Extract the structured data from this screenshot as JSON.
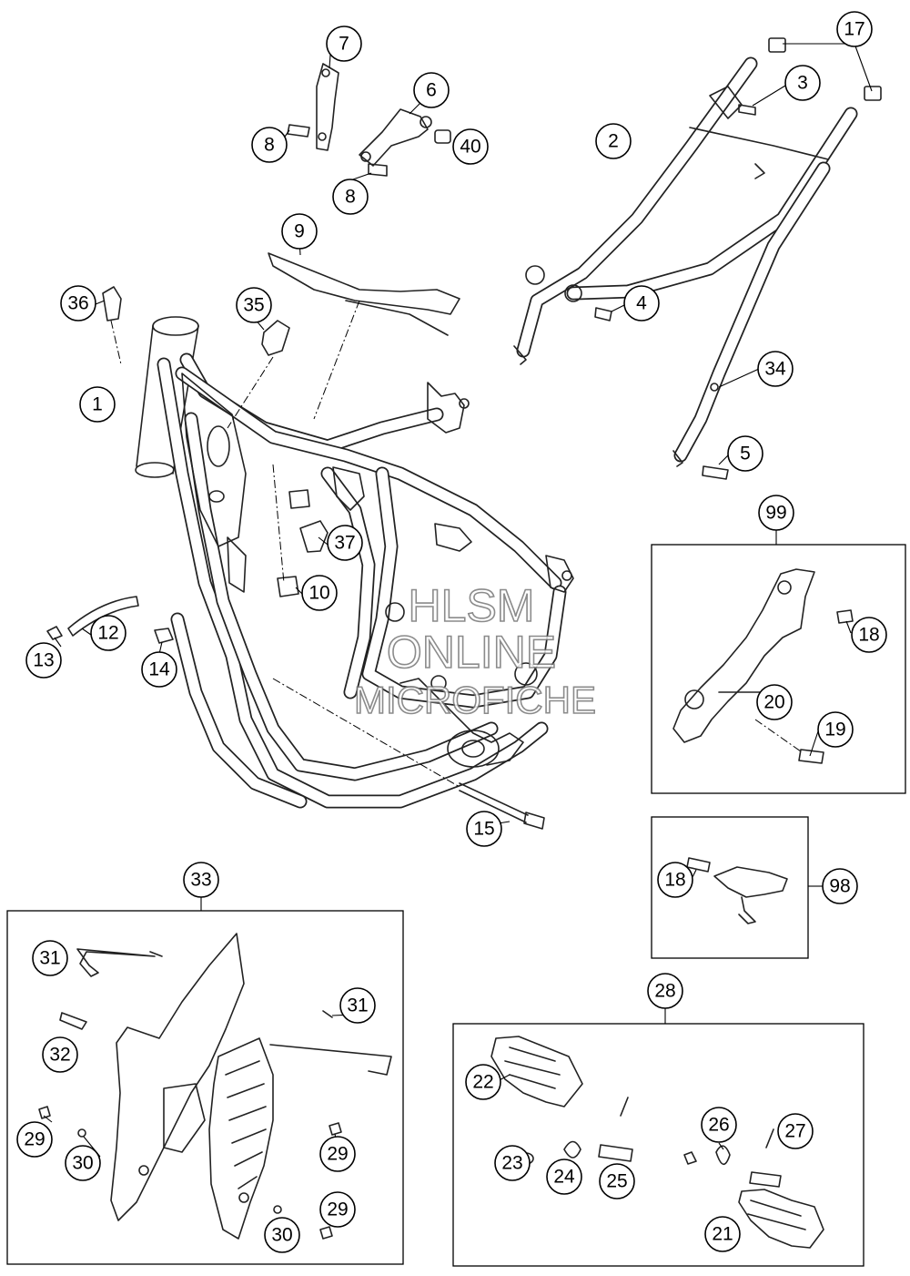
{
  "watermark": {
    "line1": "HLSM",
    "line2": "ONLINE",
    "line3": "MICROFICHE"
  },
  "callouts": {
    "c1": "1",
    "c2": "2",
    "c3": "3",
    "c4": "4",
    "c5": "5",
    "c6": "6",
    "c7": "7",
    "c8a": "8",
    "c8b": "8",
    "c9": "9",
    "c10": "10",
    "c12": "12",
    "c13": "13",
    "c14": "14",
    "c15": "15",
    "c17": "17",
    "c18a": "18",
    "c18b": "18",
    "c19": "19",
    "c20": "20",
    "c21": "21",
    "c22": "22",
    "c23": "23",
    "c24": "24",
    "c25": "25",
    "c26": "26",
    "c27": "27",
    "c28": "28",
    "c29a": "29",
    "c29b": "29",
    "c29c": "29",
    "c30a": "30",
    "c30b": "30",
    "c31a": "31",
    "c31b": "31",
    "c32": "32",
    "c33": "33",
    "c34": "34",
    "c35": "35",
    "c36": "36",
    "c37": "37",
    "c40": "40",
    "c98": "98",
    "c99": "99"
  }
}
